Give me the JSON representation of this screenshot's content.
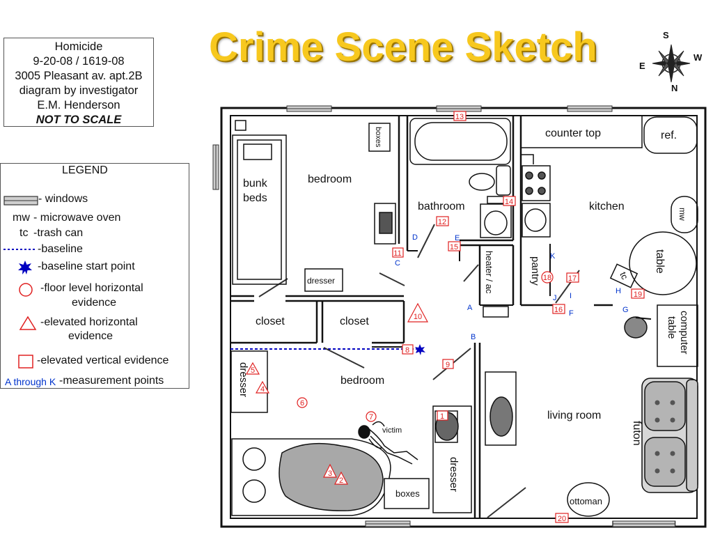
{
  "title": "Crime Scene Sketch",
  "case_info": {
    "line1": "Homicide",
    "line2": "9-20-08 /  1619-08",
    "line3": "3005 Pleasant av. apt.2B",
    "line4": "diagram by investigator",
    "line5": "E.M. Henderson",
    "note": "NOT TO SCALE"
  },
  "compass": {
    "s": "S",
    "w": "W",
    "n": "N",
    "e": "E"
  },
  "legend": {
    "title": "LEGEND",
    "windows": "- windows",
    "mw_key": "mw",
    "mw_text": " - microwave oven",
    "tc_key": "tc",
    "tc_text": " -trash can",
    "baseline": "-baseline",
    "baseline_start": "-baseline start point",
    "floor_evidence_1": "-floor level horizontal",
    "floor_evidence_2": "evidence",
    "elev_horiz_1": "-elevated horizontal",
    "elev_horiz_2": "evidence",
    "elev_vert": "-elevated vertical evidence",
    "points_key": "A through K",
    "points_text": " -measurement points"
  },
  "rooms": {
    "bedroom_top": "bedroom",
    "bunk_1": "bunk",
    "bunk_2": "beds",
    "boxes_top": "boxes",
    "dresser_small": "dresser",
    "closet_1": "closet",
    "closet_2": "closet",
    "bathroom": "bathroom",
    "heater": "heater / ac",
    "pantry": "pantry",
    "counter_top": "counter top",
    "ref": "ref.",
    "kitchen": "kitchen",
    "mw": "mw",
    "table": "table",
    "tc": "tc",
    "computer_1": "computer",
    "computer_2": "table",
    "bedroom_bottom": "bedroom",
    "dresser_left": "dresser",
    "victim": "victim",
    "dresser_right": "dresser",
    "boxes_bottom": "boxes",
    "living_room": "living room",
    "futon": "futon",
    "ottoman": "ottoman"
  },
  "points": {
    "A": "A",
    "B": "B",
    "C": "C",
    "D": "D",
    "E": "E",
    "F": "F",
    "G": "G",
    "H": "H",
    "I": "I",
    "J": "J",
    "K": "K"
  },
  "evidence": {
    "e1": "1",
    "e2": "2",
    "e3": "3",
    "e4": "4",
    "e5": "5",
    "e6": "6",
    "e7": "7",
    "e8": "8",
    "e9": "9",
    "e10": "10",
    "e11": "11",
    "e12": "12",
    "e13": "13",
    "e14": "14",
    "e15": "15",
    "e16": "16",
    "e17": "17",
    "e18": "18",
    "e19": "19",
    "e20": "20"
  },
  "colors": {
    "title": "#f7c81e",
    "evidence": "#e02020",
    "baseline": "#0000c0",
    "points": "#0033cc",
    "furniture_gray": "#b4b4b4"
  }
}
